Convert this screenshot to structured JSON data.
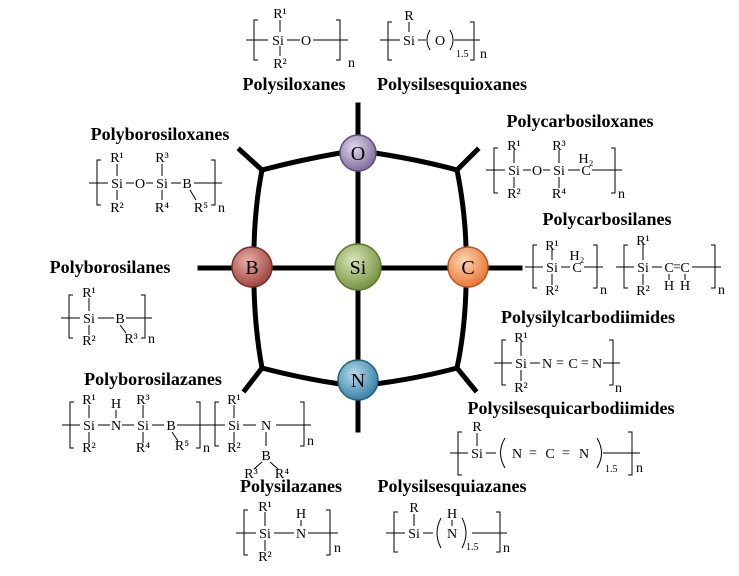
{
  "center": "Si",
  "nodes": {
    "top": "O",
    "left": "B",
    "right": "C",
    "bottom": "N"
  },
  "node_colors": {
    "center": "#6f8f3a",
    "top": "#7a6796",
    "left": "#9b3e38",
    "right": "#e8722e",
    "bottom": "#2f7ca3"
  },
  "families": {
    "polysiloxanes": "Polysiloxanes",
    "polysilsesquioxanes": "Polysilsesquioxanes",
    "polyborosiloxanes": "Polyborosiloxanes",
    "polycarbosiloxanes": "Polycarbosiloxanes",
    "polycarbosilanes": "Polycarbosilanes",
    "polyborosilanes": "Polyborosilanes",
    "polysilylcarbodiimides": "Polysilylcarbodiimides",
    "polyborosilazanes": "Polyborosilazanes",
    "polysilsesquicarbodiimides": "Polysilsesquicarbodiimides",
    "polysilazanes": "Polysilazanes",
    "polysilsesquiazanes": "Polysilsesquiazanes"
  },
  "atoms": {
    "si": "Si",
    "o": "O",
    "b": "B",
    "c": "C",
    "n": "N",
    "h": "H",
    "h2": "H₂",
    "r": "R",
    "r1": "R¹",
    "r2": "R²",
    "r3": "R³",
    "r4": "R⁴",
    "r5": "R⁵",
    "eq": "=",
    "n_sub": "n",
    "x15": "1.5"
  }
}
